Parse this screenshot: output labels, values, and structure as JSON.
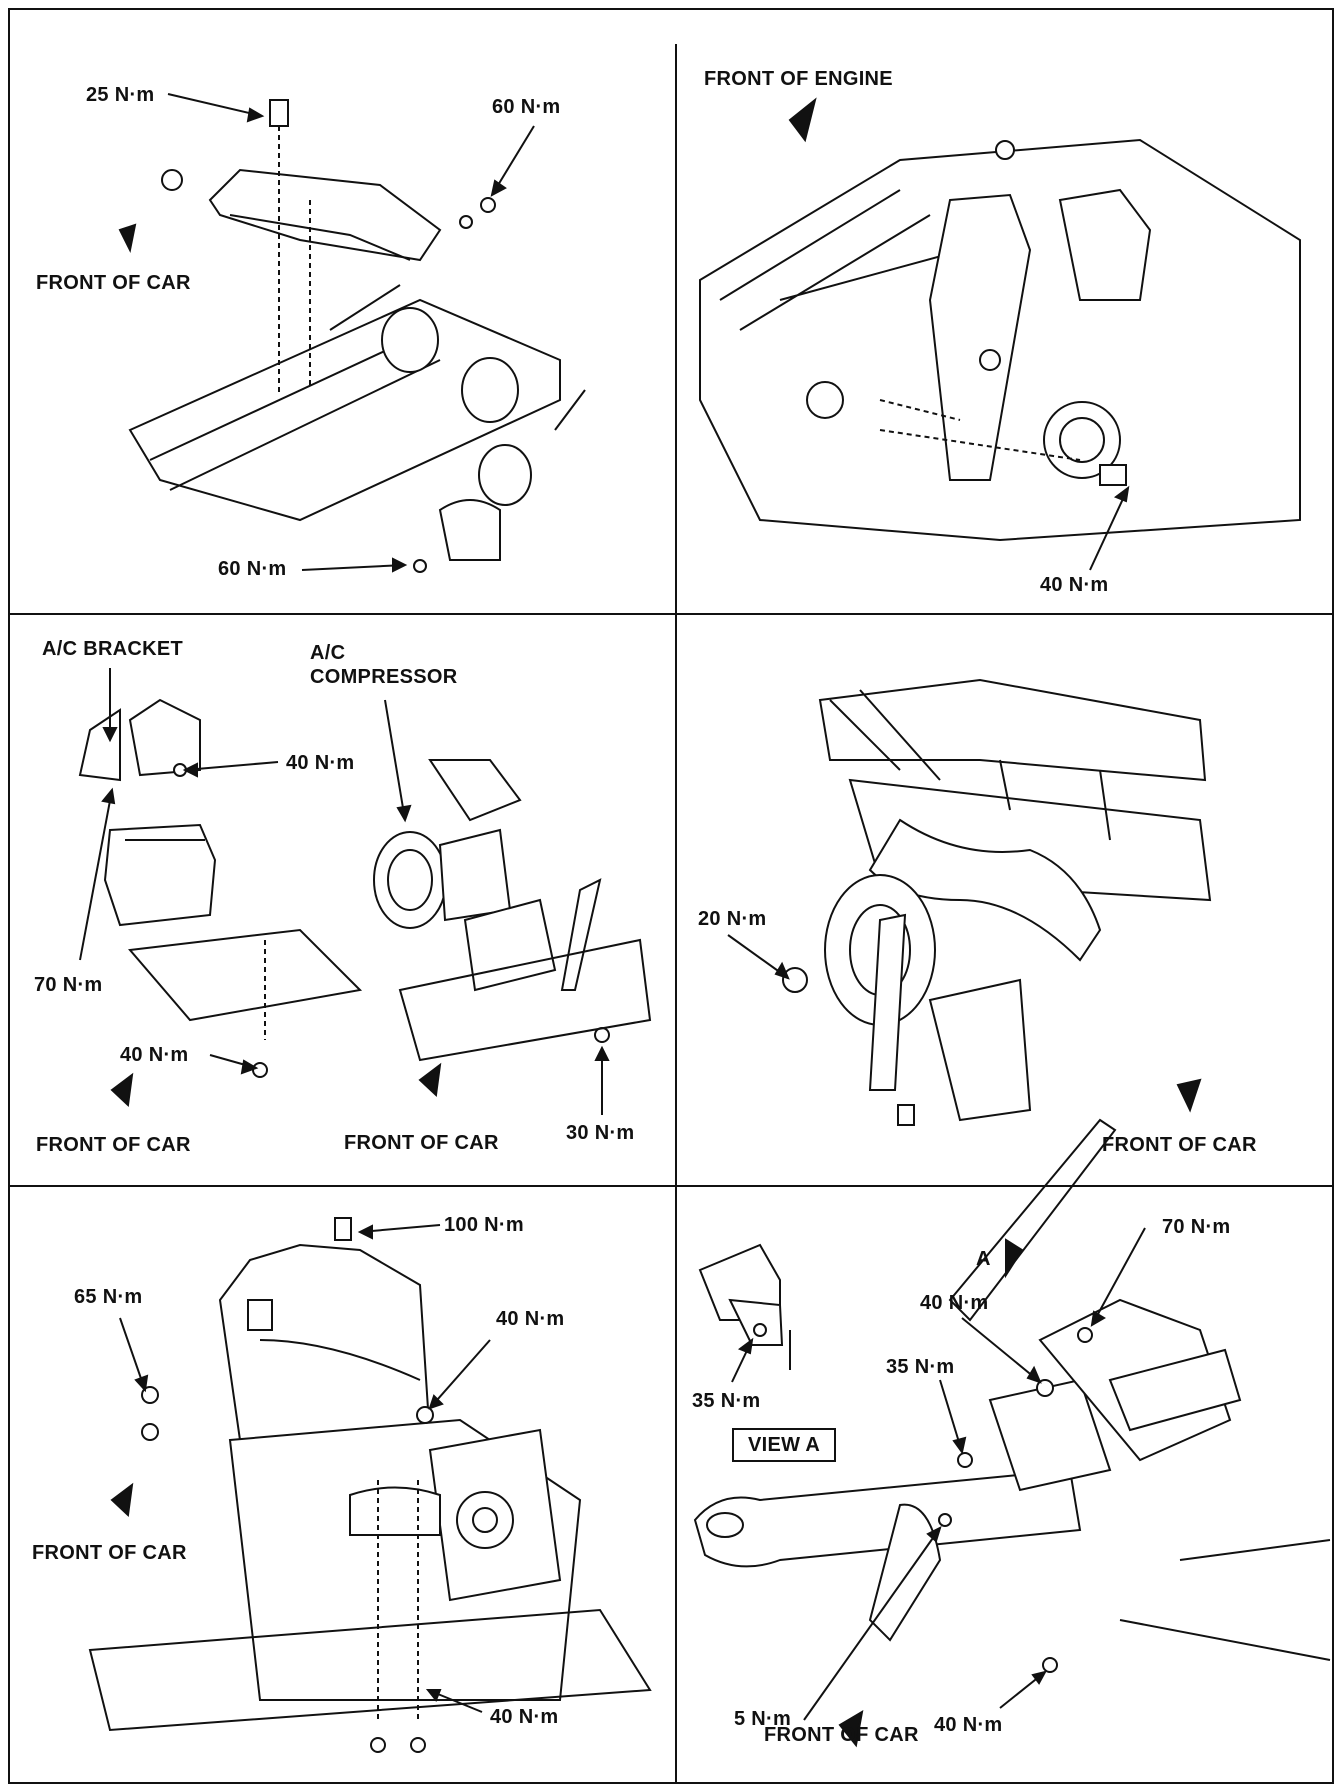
{
  "labels": {
    "p1_torque_top": "25 N·m",
    "p1_torque_right": "60 N·m",
    "p1_torque_bottom": "60 N·m",
    "p1_front": "FRONT OF CAR",
    "p2_front": "FRONT OF ENGINE",
    "p2_torque": "40 N·m",
    "p3_ac_bracket": "A/C BRACKET",
    "p3_ac_compressor_1": "A/C",
    "p3_ac_compressor_2": "COMPRESSOR",
    "p3_torque_40a": "40 N·m",
    "p3_torque_70": "70 N·m",
    "p3_torque_40b": "40 N·m",
    "p3_torque_30": "30 N·m",
    "p3_front_left": "FRONT OF CAR",
    "p3_front_right": "FRONT OF CAR",
    "p4_torque": "20 N·m",
    "p4_front": "FRONT OF CAR",
    "p5_torque_100": "100 N·m",
    "p5_torque_65": "65 N·m",
    "p5_torque_40a": "40 N·m",
    "p5_torque_40b": "40 N·m",
    "p5_front": "FRONT OF CAR",
    "p6_torque_70": "70 N·m",
    "p6_view_arrow": "A",
    "p6_torque_40a": "40 N·m",
    "p6_torque_35a": "35 N·m",
    "p6_torque_35b": "35 N·m",
    "p6_view_a": "VIEW A",
    "p6_torque_5": "5 N·m",
    "p6_torque_40b": "40 N·m",
    "p6_front": "FRONT OF CAR"
  }
}
